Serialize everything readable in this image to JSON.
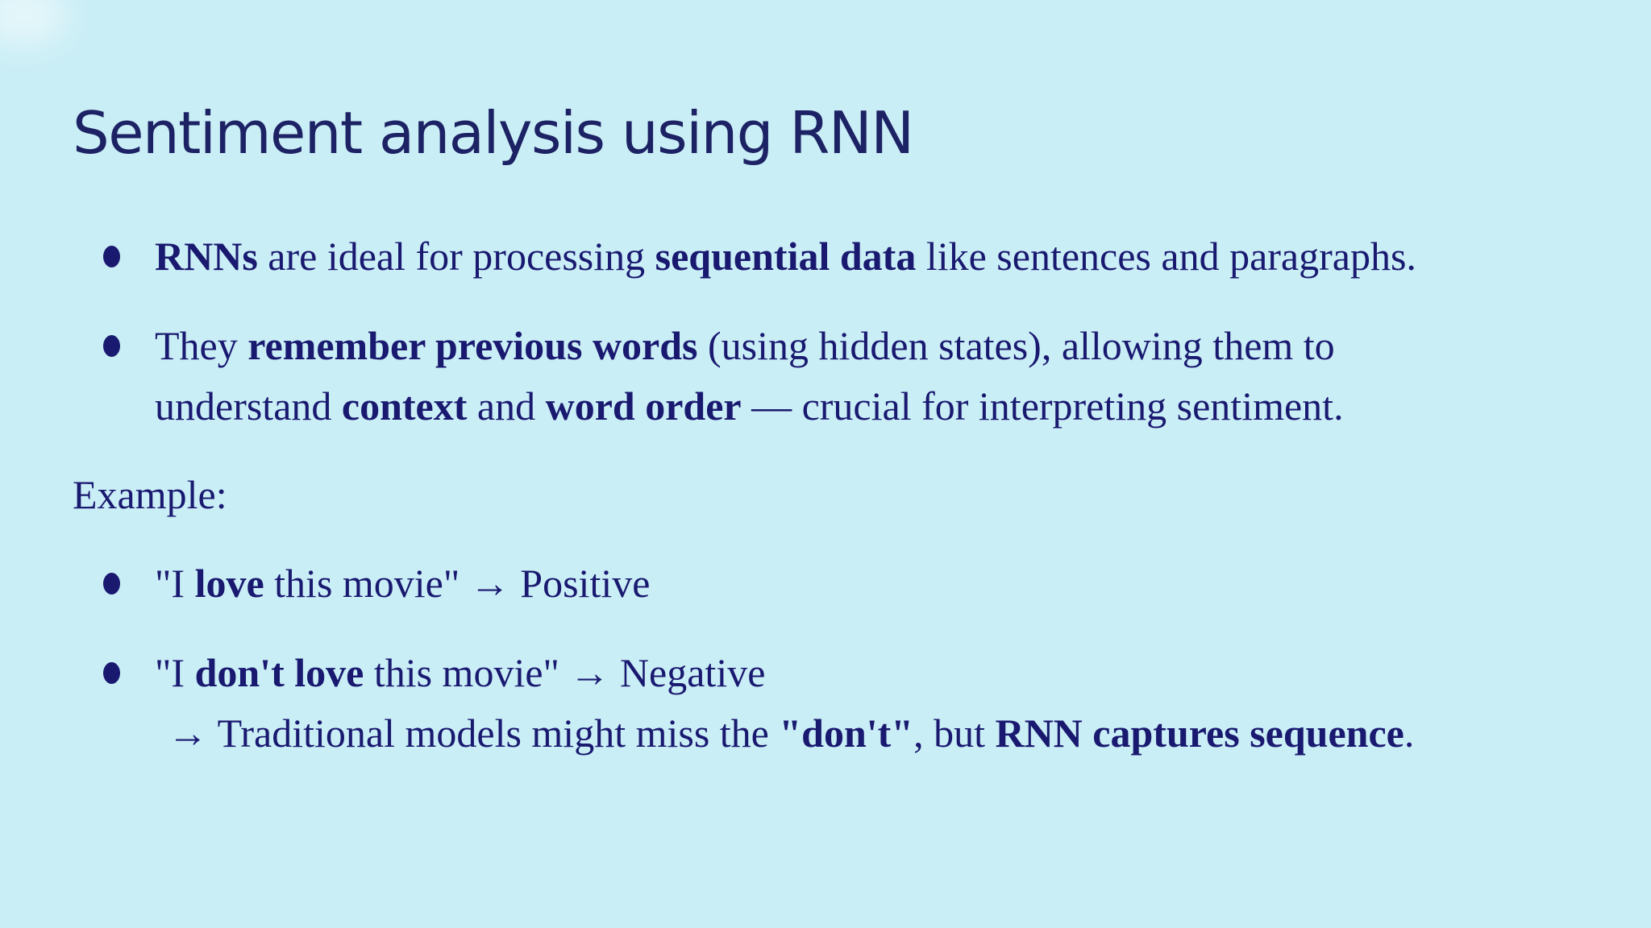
{
  "slide": {
    "title": "Sentiment analysis using RNN",
    "example_label": "Example:",
    "colors": {
      "background": "#caeef6",
      "title": "#1c2264",
      "body": "#191970"
    },
    "bullets_main": [
      {
        "lines": [
          {
            "segments": [
              {
                "t": "RNNs",
                "b": true
              },
              {
                "t": " are ideal for processing ",
                "b": false
              },
              {
                "t": "sequential data",
                "b": true
              },
              {
                "t": " like sentences and paragraphs.",
                "b": false
              }
            ]
          }
        ]
      },
      {
        "lines": [
          {
            "segments": [
              {
                "t": "They ",
                "b": false
              },
              {
                "t": "remember previous words",
                "b": true
              },
              {
                "t": " (using hidden states), allowing them to",
                "b": false
              }
            ]
          },
          {
            "segments": [
              {
                "t": "understand ",
                "b": false
              },
              {
                "t": "context",
                "b": true
              },
              {
                "t": " and ",
                "b": false
              },
              {
                "t": "word order",
                "b": true
              },
              {
                "t": " — crucial for interpreting sentiment.",
                "b": false
              }
            ]
          }
        ]
      }
    ],
    "bullets_examples": [
      {
        "lines": [
          {
            "segments": [
              {
                "t": "\"I ",
                "b": false
              },
              {
                "t": "love",
                "b": true
              },
              {
                "t": " this movie\" → Positive",
                "b": false
              }
            ]
          }
        ]
      },
      {
        "lines": [
          {
            "segments": [
              {
                "t": "\"I ",
                "b": false
              },
              {
                "t": "don't love",
                "b": true
              },
              {
                "t": " this movie\" → Negative",
                "b": false
              }
            ]
          },
          {
            "indent": true,
            "segments": [
              {
                "t": "→ Traditional models might miss the ",
                "b": false
              },
              {
                "t": "\"don't\"",
                "b": true
              },
              {
                "t": ", but ",
                "b": false
              },
              {
                "t": "RNN captures sequence",
                "b": true
              },
              {
                "t": ".",
                "b": false
              }
            ]
          }
        ]
      }
    ]
  }
}
